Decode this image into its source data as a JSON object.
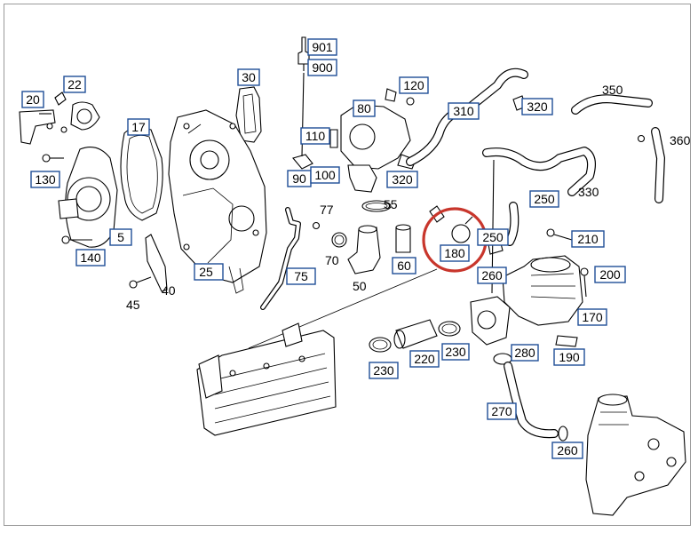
{
  "diagram": {
    "highlight_color": "#c8362c",
    "label_box_color": "#1f4e96",
    "highlighted_part": "180",
    "labels": {
      "p901": "901",
      "p900": "900",
      "p22": "22",
      "p20": "20",
      "p30": "30",
      "p120": "120",
      "p80": "80",
      "p350": "350",
      "p310": "310",
      "p320a": "320",
      "p17": "17",
      "p110": "110",
      "p360": "360",
      "p130": "130",
      "p90": "90",
      "p100": "100",
      "p320b": "320",
      "p330": "330",
      "p250a": "250",
      "p77": "77",
      "p55": "55",
      "p5": "5",
      "p250b": "250",
      "p210": "210",
      "p140": "140",
      "p70": "70",
      "p60": "60",
      "p180": "180",
      "p40": "40",
      "p25": "25",
      "p75": "75",
      "p260a": "260",
      "p200": "200",
      "p45": "45",
      "p50": "50",
      "p170": "170",
      "p230a": "230",
      "p220": "220",
      "p230b": "230",
      "p280": "280",
      "p190": "190",
      "p270": "270",
      "p260b": "260"
    }
  }
}
